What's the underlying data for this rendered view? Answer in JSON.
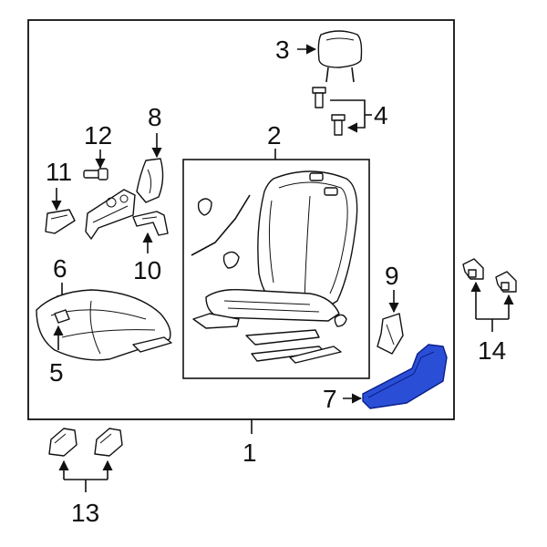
{
  "callouts": {
    "c1": "1",
    "c2": "2",
    "c3": "3",
    "c4": "4",
    "c5": "5",
    "c6": "6",
    "c7": "7",
    "c8": "8",
    "c9": "9",
    "c10": "10",
    "c11": "11",
    "c12": "12",
    "c13": "13",
    "c14": "14"
  },
  "colors": {
    "highlight_fill": "#2a4fd6",
    "highlight_stroke": "#0b1f8a",
    "line": "#111111"
  },
  "highlighted_part": "7"
}
